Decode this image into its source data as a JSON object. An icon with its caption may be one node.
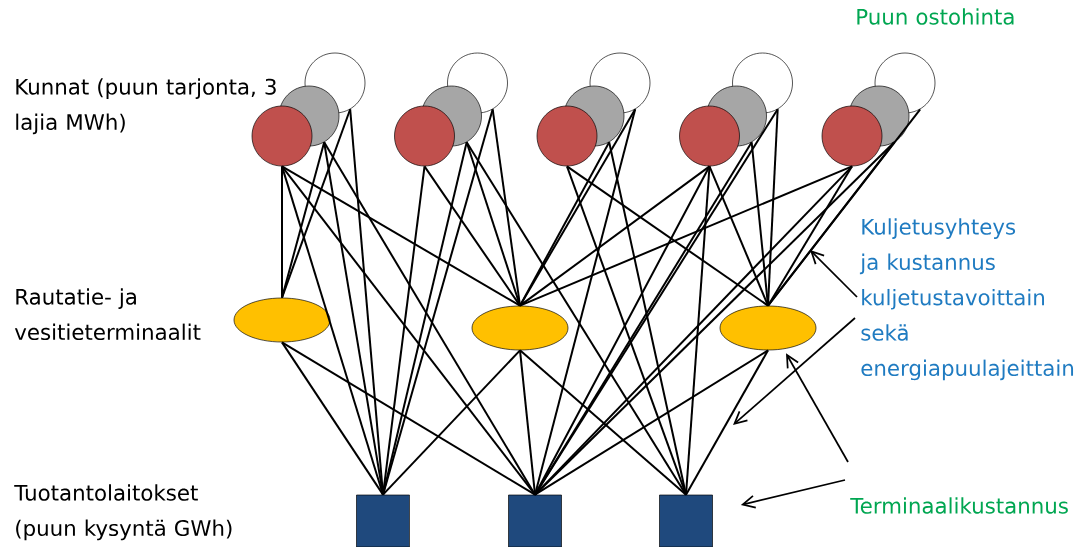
{
  "diagram": {
    "nodes": [
      {
        "text": [],
        "shape": "circle"
      },
      {
        "text": [],
        "shape": "circle"
      },
      {
        "text": [],
        "shape": "circle"
      },
      {
        "text": [],
        "shape": "circle"
      },
      {
        "text": [],
        "shape": "circle"
      },
      {
        "text": [],
        "shape": "circle"
      },
      {
        "text": [],
        "shape": "circle"
      },
      {
        "text": [],
        "shape": "circle"
      },
      {
        "text": [],
        "shape": "circle"
      },
      {
        "text": [],
        "shape": "circle"
      },
      {
        "text": [],
        "shape": "circle"
      },
      {
        "text": [],
        "shape": "circle"
      },
      {
        "text": [],
        "shape": "circle"
      },
      {
        "text": [],
        "shape": "circle"
      },
      {
        "text": [],
        "shape": "circle"
      },
      {
        "text": [],
        "shape": "ellipse"
      },
      {
        "text": [],
        "shape": "ellipse"
      },
      {
        "text": [],
        "shape": "ellipse"
      },
      {
        "text": [],
        "shape": "box"
      },
      {
        "text": [],
        "shape": "box"
      },
      {
        "text": [],
        "shape": "box"
      },
      {
        "text": [
          "Kuljetusyhteys ja kustannus kuljetustavoittain sekä energiapuulajeittain"
        ]
      },
      {
        "text": [
          "Terminaalikustannus"
        ]
      }
    ],
    "edges": [
      {
        "from": 2,
        "to": 15,
        "arrow": "none"
      },
      {
        "from": 2,
        "to": 16,
        "arrow": "none"
      },
      {
        "from": 1,
        "to": 15,
        "arrow": "none"
      },
      {
        "from": 0,
        "to": 15,
        "arrow": "none"
      },
      {
        "from": 1,
        "to": 18,
        "arrow": "none"
      },
      {
        "from": 0,
        "to": 18,
        "arrow": "none"
      },
      {
        "from": 2,
        "to": 18,
        "arrow": "none"
      },
      {
        "from": 5,
        "to": 18,
        "arrow": "none"
      },
      {
        "from": 5,
        "to": 16,
        "arrow": "none"
      },
      {
        "from": 4,
        "to": 18,
        "arrow": "none"
      },
      {
        "from": 4,
        "to": 16,
        "arrow": "none"
      },
      {
        "from": 3,
        "to": 16,
        "arrow": "none"
      },
      {
        "from": 3,
        "to": 18,
        "arrow": "none"
      },
      {
        "from": 4,
        "to": 20,
        "arrow": "none"
      },
      {
        "from": 2,
        "to": 19,
        "arrow": "none"
      },
      {
        "from": 8,
        "to": 17,
        "arrow": "none"
      },
      {
        "from": 7,
        "to": 16,
        "arrow": "none"
      },
      {
        "from": 6,
        "to": 16,
        "arrow": "none"
      },
      {
        "from": 7,
        "to": 20,
        "arrow": "none"
      },
      {
        "from": 6,
        "to": 19,
        "arrow": "none"
      },
      {
        "from": 8,
        "to": 20,
        "arrow": "none"
      },
      {
        "from": 11,
        "to": 16,
        "arrow": "none"
      },
      {
        "from": 11,
        "to": 19,
        "arrow": "none"
      },
      {
        "from": 11,
        "to": 17,
        "arrow": "none"
      },
      {
        "from": 10,
        "to": 19,
        "arrow": "none"
      },
      {
        "from": 9,
        "to": 17,
        "arrow": "none"
      },
      {
        "from": 10,
        "to": 17,
        "arrow": "none"
      },
      {
        "from": 9,
        "to": 19,
        "arrow": "none"
      },
      {
        "from": 14,
        "to": 16,
        "arrow": "none"
      },
      {
        "from": 14,
        "to": 17,
        "arrow": "none"
      },
      {
        "from": 13,
        "to": 19,
        "arrow": "none"
      },
      {
        "from": 14,
        "to": 19,
        "arrow": "none"
      },
      {
        "from": 13,
        "to": 17,
        "arrow": "none"
      },
      {
        "from": 12,
        "to": 17,
        "arrow": "none"
      },
      {
        "from": 15,
        "to": 18,
        "arrow": "none"
      },
      {
        "from": 15,
        "to": 19,
        "arrow": "none"
      },
      {
        "from": 16,
        "to": 18,
        "arrow": "none"
      },
      {
        "from": 16,
        "to": 19,
        "arrow": "none"
      },
      {
        "from": 16,
        "to": 20,
        "arrow": "none"
      },
      {
        "from": 17,
        "to": 19,
        "arrow": "none"
      },
      {
        "from": 17,
        "to": 20,
        "arrow": "none"
      },
      {
        "from": 11,
        "to": 20,
        "arrow": "none"
      },
      {
        "from": 1,
        "to": 19,
        "arrow": "none"
      },
      {
        "from": 21,
        "to": null,
        "arrow": "to"
      },
      {
        "from": 21,
        "to": null,
        "arrow": "to"
      },
      {
        "from": 22,
        "to": 17,
        "arrow": "to"
      },
      {
        "from": 22,
        "to": 20,
        "arrow": "to"
      }
    ],
    "labels": [
      "Puun ostohinta",
      "Kunnat (puun tarjonta, 3 lajia MWh)",
      "Rautatie- ja vesitieterminaalit",
      "Tuotantolaitokset (puun kysyntä GWh)"
    ]
  }
}
